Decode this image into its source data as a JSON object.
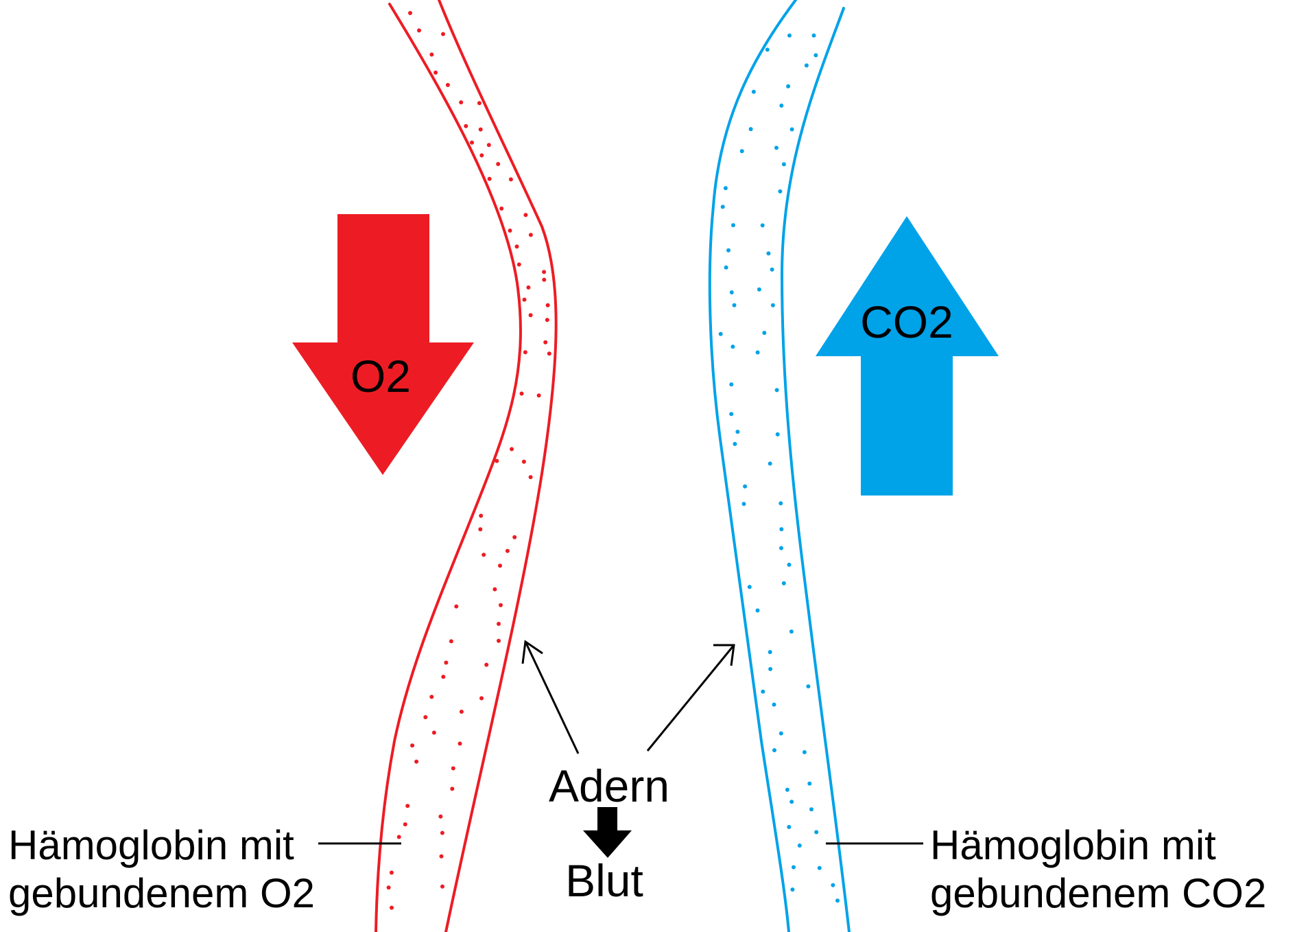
{
  "colors": {
    "oxygen": "#ed1c24",
    "carbon_dioxide": "#00a2e8",
    "text": "#000000"
  },
  "labels": {
    "o2_arrow": "O2",
    "co2_arrow": "CO2",
    "vessels": "Adern",
    "blood": "Blut",
    "left_line1": "Hämoglobin mit",
    "left_line2": "gebundenem O2",
    "right_line1": "Hämoglobin mit",
    "right_line2": "gebundenem CO2"
  }
}
